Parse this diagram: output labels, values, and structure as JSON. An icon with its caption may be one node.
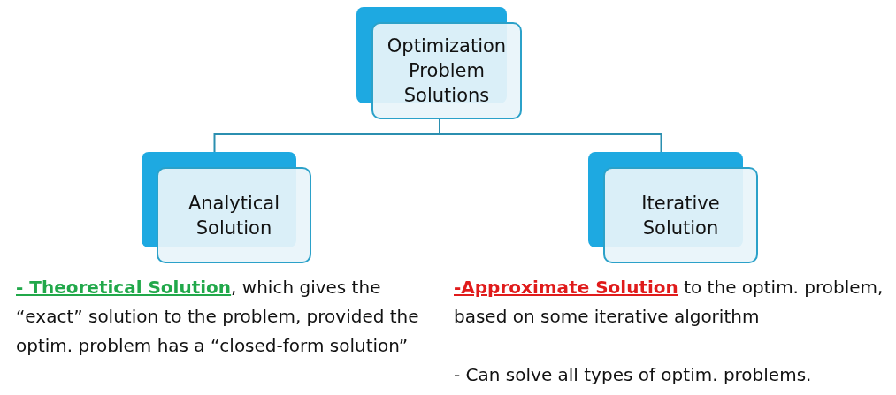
{
  "diagram": {
    "nodes": [
      {
        "text": [
          "Optimization Problem Solutions"
        ]
      },
      {
        "text": [
          "Analytical Solution"
        ]
      },
      {
        "text": [
          "Iterative Solution"
        ]
      }
    ],
    "edges": [
      {
        "from": 0,
        "to": 1,
        "arrow": "none"
      },
      {
        "from": 0,
        "to": 2,
        "arrow": "none"
      }
    ],
    "labels": [
      "**- Theoretical Solution**, which gives the “exact” solution to the problem, provided the optim. problem has a “closed-form solution”",
      "**-Approximate Solution** to the optim. problem, based on some iterative algorithm",
      "- Can solve all types of optim. problems."
    ]
  }
}
